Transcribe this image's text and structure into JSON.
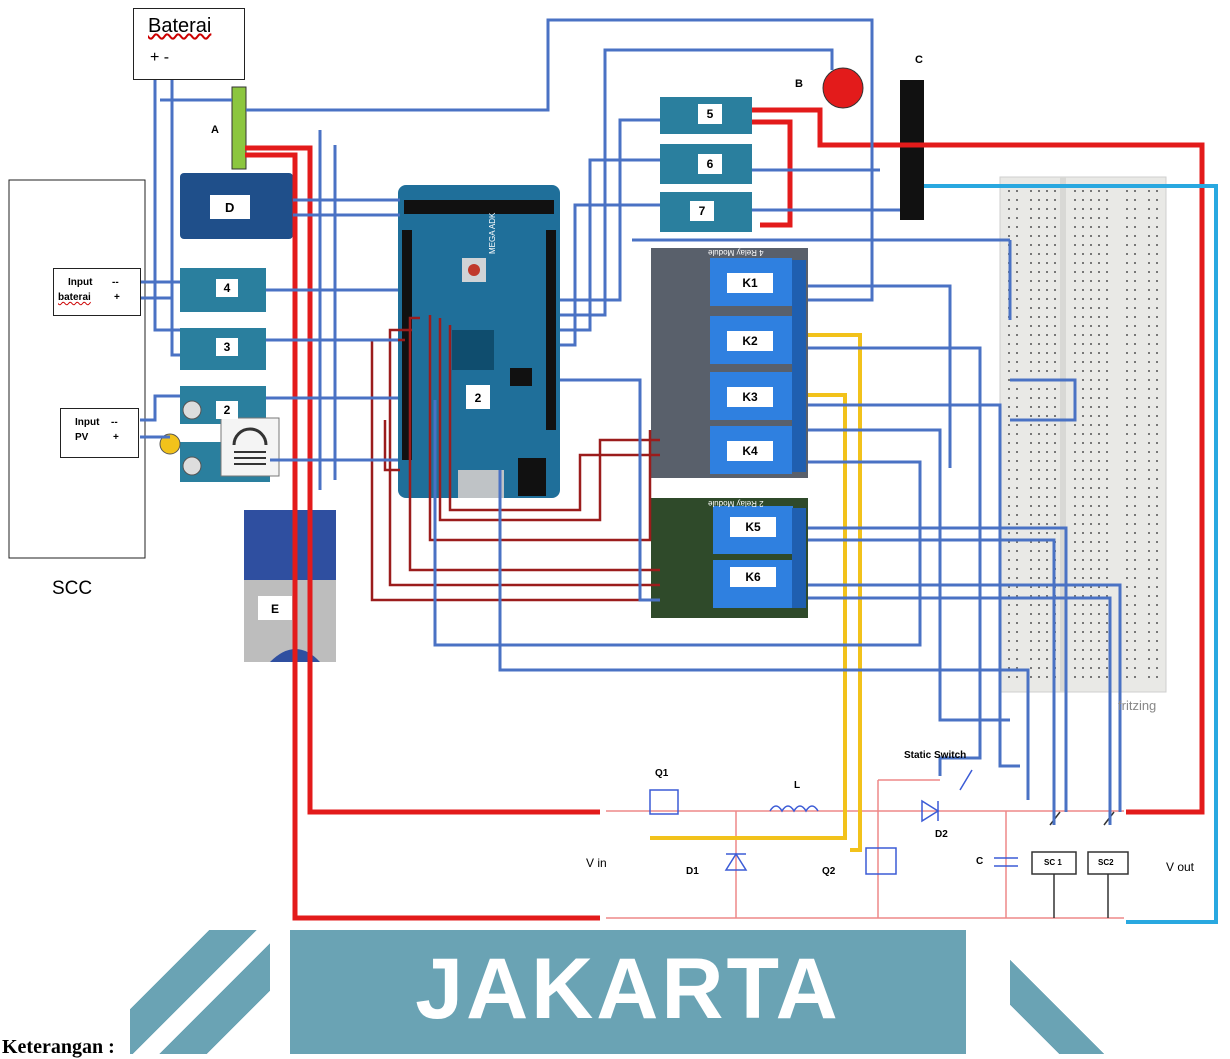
{
  "battery": {
    "title": "Baterai",
    "terminals": "+ -"
  },
  "scc": {
    "label": "SCC"
  },
  "input_battery": {
    "title": "Input",
    "name": "baterai",
    "minus": "--",
    "plus": "+"
  },
  "input_pv": {
    "title": "Input",
    "name": "PV",
    "minus": "--",
    "plus": "+"
  },
  "component_labels": {
    "a": "A",
    "b": "B",
    "c": "C",
    "d": "D",
    "e": "E"
  },
  "sensor_numbers": {
    "s1": "2",
    "s2": "3",
    "s3": "4",
    "s5": "5",
    "s6": "6",
    "s7": "7"
  },
  "arduino": {
    "label": "2",
    "board_text": "MEGA ADK"
  },
  "relay4": {
    "title": "4 Relay Module",
    "k1": "K1",
    "k2": "K2",
    "k3": "K3",
    "k4": "K4"
  },
  "relay2": {
    "title": "2 Relay Module",
    "k5": "K5",
    "k6": "K6"
  },
  "circuit": {
    "q1": "Q1",
    "q2": "Q2",
    "d1": "D1",
    "d2": "D2",
    "l": "L",
    "c": "C",
    "vin": "V in",
    "vout": "V out",
    "static_switch": "Static Switch",
    "sc1": "SC 1",
    "sc2": "SC2"
  },
  "fritzing": "fritzing",
  "watermark": "JAKARTA",
  "caption": "Keterangan :",
  "colors": {
    "red": "#e31b1b",
    "blue": "#4a72c4",
    "dark_red": "#9b1c1c",
    "yellow": "#f2c21b",
    "cyan": "#29a8e0",
    "board_teal": "#1f6f9a",
    "relay_blue": "#2f80e0",
    "watermark": "#6aa3b4"
  }
}
